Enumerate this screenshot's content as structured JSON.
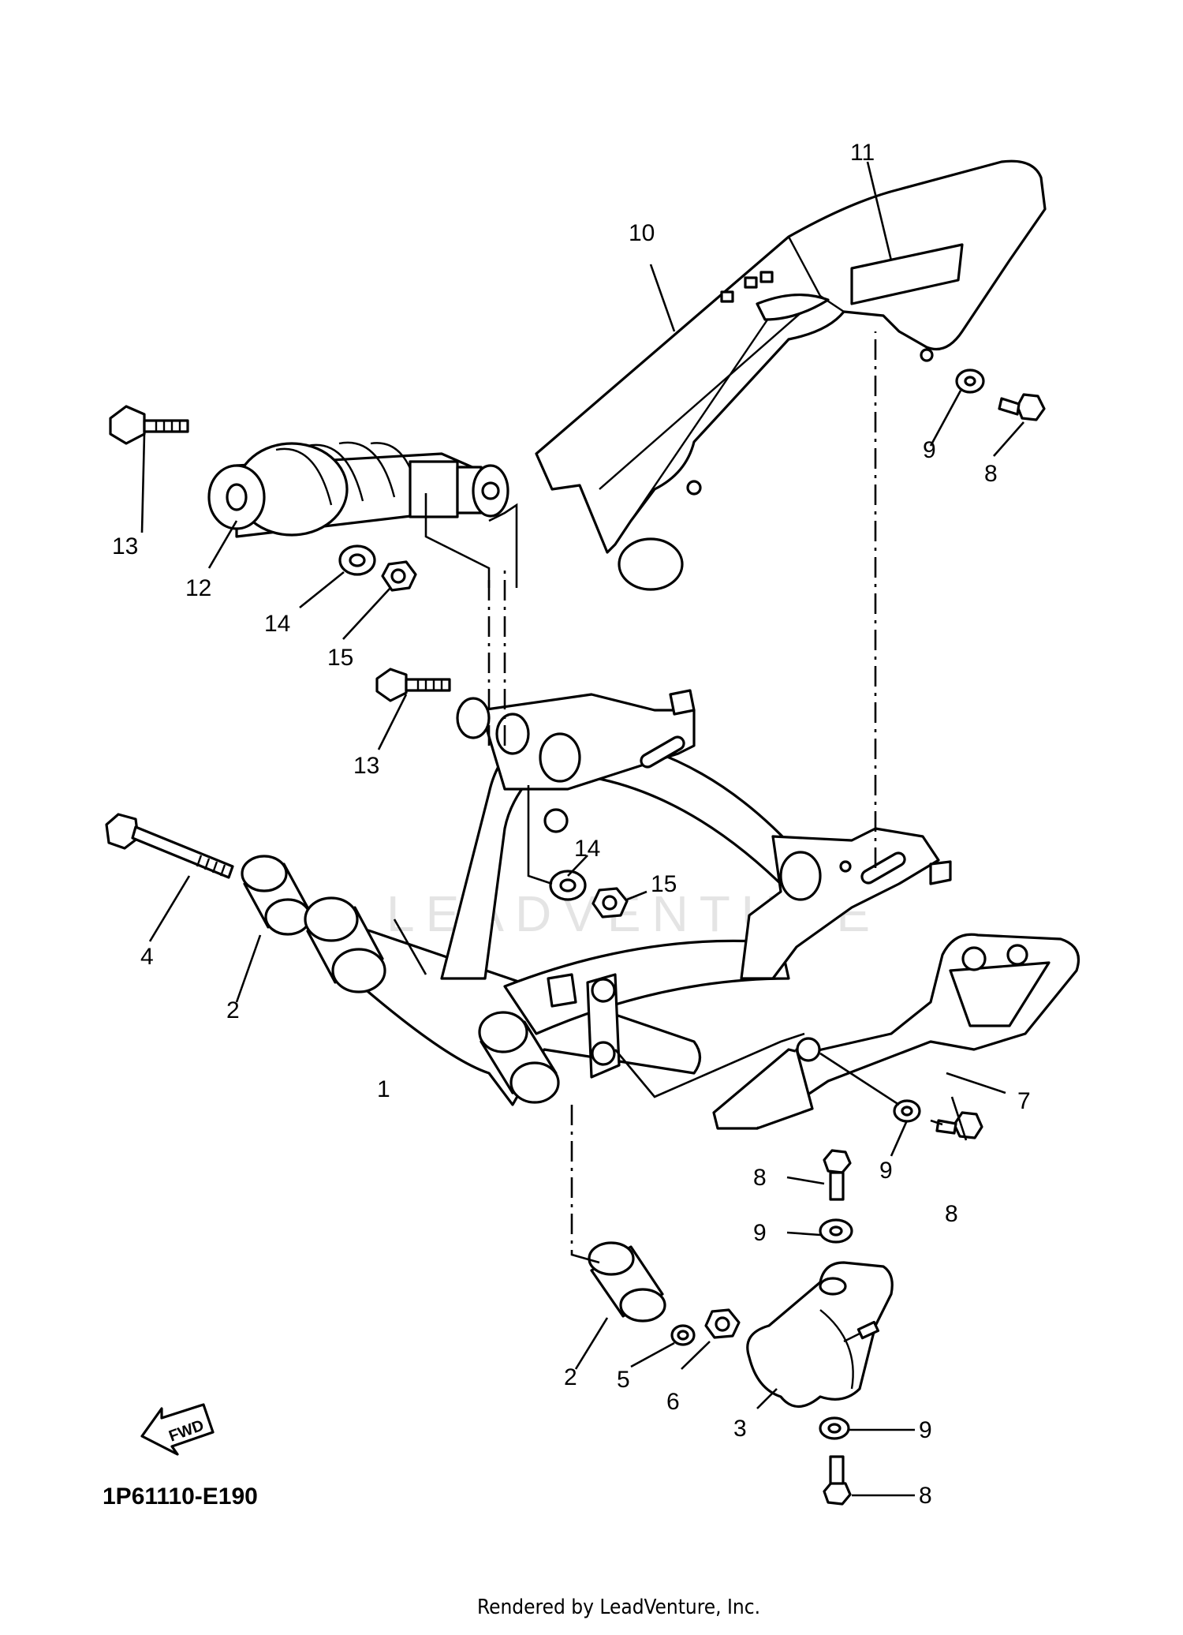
{
  "diagram": {
    "drawing_code": "1P61110-E190",
    "footer": "Rendered by LeadVenture, Inc.",
    "watermark": "LEADVENTURE",
    "fwd_label": "FWD",
    "callouts": [
      {
        "id": "c1",
        "text": "1"
      },
      {
        "id": "c2a",
        "text": "2"
      },
      {
        "id": "c2b",
        "text": "2"
      },
      {
        "id": "c3",
        "text": "3"
      },
      {
        "id": "c4",
        "text": "4"
      },
      {
        "id": "c5",
        "text": "5"
      },
      {
        "id": "c6",
        "text": "6"
      },
      {
        "id": "c7",
        "text": "7"
      },
      {
        "id": "c8a",
        "text": "8"
      },
      {
        "id": "c8b",
        "text": "8"
      },
      {
        "id": "c8c",
        "text": "8"
      },
      {
        "id": "c8d",
        "text": "8"
      },
      {
        "id": "c9a",
        "text": "9"
      },
      {
        "id": "c9b",
        "text": "9"
      },
      {
        "id": "c9c",
        "text": "9"
      },
      {
        "id": "c9d",
        "text": "9"
      },
      {
        "id": "c10",
        "text": "10"
      },
      {
        "id": "c11",
        "text": "11"
      },
      {
        "id": "c12",
        "text": "12"
      },
      {
        "id": "c13a",
        "text": "13"
      },
      {
        "id": "c13b",
        "text": "13"
      },
      {
        "id": "c14a",
        "text": "14"
      },
      {
        "id": "c14b",
        "text": "14"
      },
      {
        "id": "c15a",
        "text": "15"
      },
      {
        "id": "c15b",
        "text": "15"
      }
    ]
  }
}
